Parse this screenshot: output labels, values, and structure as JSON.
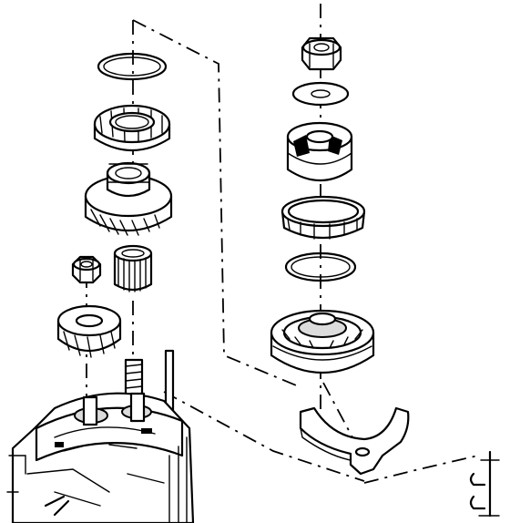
{
  "diagram": {
    "parts": [
      {
        "id": "o-ring-large-left",
        "icon": "o-ring-icon"
      },
      {
        "id": "bearing-cup-left",
        "icon": "bearing-cup-icon"
      },
      {
        "id": "driven-gear",
        "icon": "bevel-gear-icon"
      },
      {
        "id": "hex-nut-small",
        "icon": "hex-nut-icon"
      },
      {
        "id": "needle-bearing",
        "icon": "needle-bearing-icon"
      },
      {
        "id": "pinion-gear",
        "icon": "pinion-gear-icon"
      },
      {
        "id": "shaft-stud",
        "icon": "stud-icon"
      },
      {
        "id": "gearcase-housing",
        "icon": "housing-icon"
      },
      {
        "id": "hex-nut-top",
        "icon": "hex-nut-icon"
      },
      {
        "id": "washer",
        "icon": "washer-icon"
      },
      {
        "id": "clutch-dog",
        "icon": "clutch-dog-icon"
      },
      {
        "id": "bearing-race",
        "icon": "race-icon"
      },
      {
        "id": "o-ring-right",
        "icon": "o-ring-icon"
      },
      {
        "id": "ball-bearing",
        "icon": "ball-bearing-icon"
      },
      {
        "id": "shift-fork",
        "icon": "shift-fork-icon"
      },
      {
        "id": "clip-detail",
        "icon": "clip-icon"
      }
    ],
    "line_color": "#000000",
    "background": "#ffffff"
  }
}
